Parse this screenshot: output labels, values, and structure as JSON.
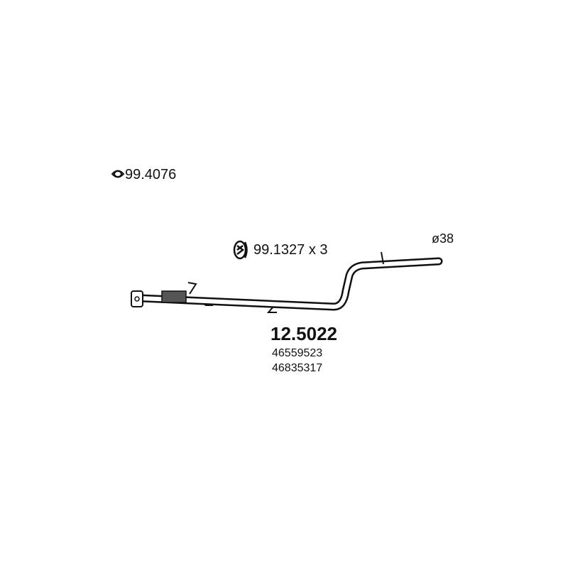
{
  "gasket": {
    "icon": "gasket-icon",
    "part_number": "99.4076"
  },
  "hanger": {
    "icon": "rubber-hanger-icon",
    "part_number": "99.1327 x 3"
  },
  "diameter_label": "ø38",
  "main_part": {
    "number": "12.5022",
    "oem_numbers": [
      "46559523",
      "46835317"
    ]
  },
  "colors": {
    "line": "#111111",
    "background": "#ffffff"
  }
}
